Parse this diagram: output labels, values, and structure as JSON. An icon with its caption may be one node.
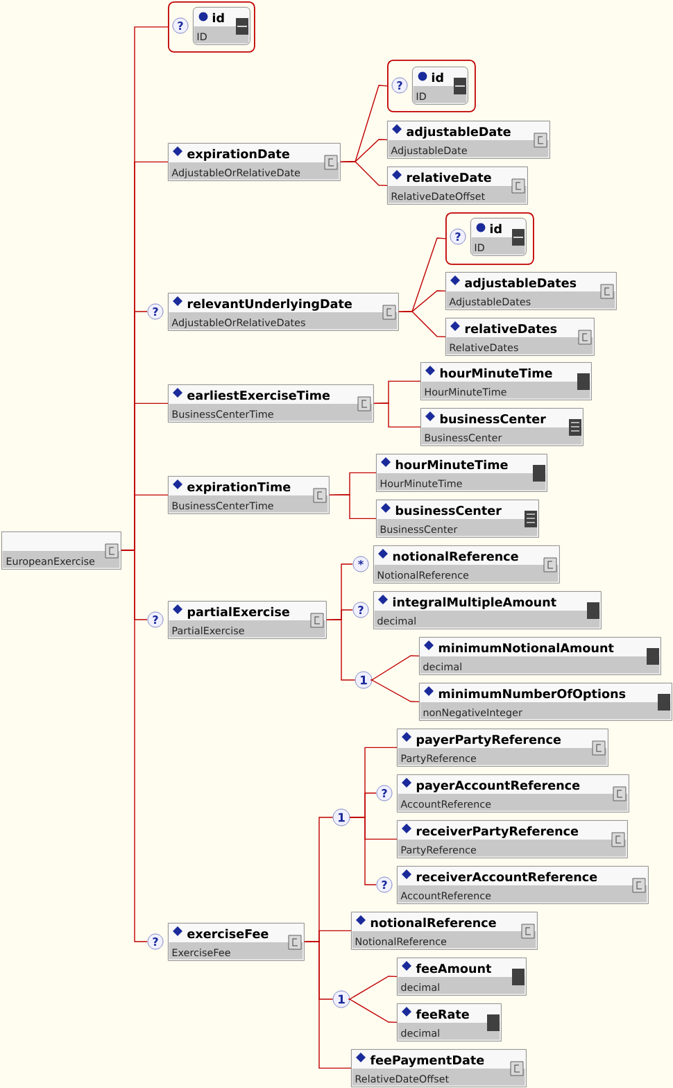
{
  "diagram": {
    "nodes": [
      {
        "text": [
          "EuropeanExercise"
        ]
      },
      {
        "text": [],
        "shape": "box"
      },
      {
        "text": [
          "id",
          "ID"
        ],
        "beside": [
          "?"
        ],
        "in": 1
      },
      {
        "text": [
          "expirationDate",
          "AdjustableOrRelativeDate"
        ]
      },
      {
        "text": [],
        "shape": "box"
      },
      {
        "text": [
          "id",
          "ID"
        ],
        "beside": [
          "?"
        ],
        "in": 4
      },
      {
        "text": [
          "adjustableDate",
          "AdjustableDate"
        ]
      },
      {
        "text": [
          "relativeDate",
          "RelativeDateOffset"
        ]
      },
      {
        "text": [
          "relevantUnderlyingDate",
          "AdjustableOrRelativeDates"
        ],
        "beside": [
          "?"
        ]
      },
      {
        "text": [],
        "shape": "box"
      },
      {
        "text": [
          "id",
          "ID"
        ],
        "beside": [
          "?"
        ],
        "in": 9
      },
      {
        "text": [
          "adjustableDates",
          "AdjustableDates"
        ]
      },
      {
        "text": [
          "relativeDates",
          "RelativeDates"
        ]
      },
      {
        "text": [
          "earliestExerciseTime",
          "BusinessCenterTime"
        ]
      },
      {
        "text": [
          "hourMinuteTime",
          "HourMinuteTime"
        ]
      },
      {
        "text": [
          "businessCenter",
          "BusinessCenter"
        ]
      },
      {
        "text": [
          "expirationTime",
          "BusinessCenterTime"
        ]
      },
      {
        "text": [
          "hourMinuteTime",
          "HourMinuteTime"
        ]
      },
      {
        "text": [
          "businessCenter",
          "BusinessCenter"
        ]
      },
      {
        "text": [
          "partialExercise",
          "PartialExercise"
        ],
        "beside": [
          "?"
        ]
      },
      {
        "text": [
          "notionalReference",
          "NotionalReference"
        ],
        "beside": [
          "*"
        ]
      },
      {
        "text": [
          "integralMultipleAmount",
          "decimal"
        ],
        "beside": [
          "?"
        ]
      },
      {
        "text": [
          "1"
        ]
      },
      {
        "text": [
          "minimumNotionalAmount",
          "decimal"
        ]
      },
      {
        "text": [
          "minimumNumberOfOptions",
          "nonNegativeInteger"
        ]
      },
      {
        "text": [
          "exerciseFee",
          "ExerciseFee"
        ],
        "beside": [
          "?"
        ]
      },
      {
        "text": [
          "1"
        ]
      },
      {
        "text": [
          "payerPartyReference",
          "PartyReference"
        ]
      },
      {
        "text": [
          "payerAccountReference",
          "AccountReference"
        ],
        "beside": [
          "?"
        ]
      },
      {
        "text": [
          "receiverPartyReference",
          "PartyReference"
        ]
      },
      {
        "text": [
          "receiverAccountReference",
          "AccountReference"
        ],
        "beside": [
          "?"
        ]
      },
      {
        "text": [
          "notionalReference",
          "NotionalReference"
        ]
      },
      {
        "text": [
          "1"
        ]
      },
      {
        "text": [
          "feeAmount",
          "decimal"
        ]
      },
      {
        "text": [
          "feeRate",
          "decimal"
        ]
      },
      {
        "text": [
          "feePaymentDate",
          "RelativeDateOffset"
        ]
      }
    ],
    "edges": [
      {
        "from": 0,
        "to": 1,
        "arrow": "none"
      },
      {
        "from": 0,
        "to": 3,
        "arrow": "none"
      },
      {
        "from": 0,
        "to": 8,
        "arrow": "none"
      },
      {
        "from": 0,
        "to": 13,
        "arrow": "none"
      },
      {
        "from": 0,
        "to": 16,
        "arrow": "none"
      },
      {
        "from": 0,
        "to": 19,
        "arrow": "none"
      },
      {
        "from": 0,
        "to": 25,
        "arrow": "none"
      },
      {
        "from": 3,
        "to": 4,
        "arrow": "none"
      },
      {
        "from": 3,
        "to": 6,
        "arrow": "none"
      },
      {
        "from": 3,
        "to": 7,
        "arrow": "none"
      },
      {
        "from": 8,
        "to": 9,
        "arrow": "none"
      },
      {
        "from": 8,
        "to": 11,
        "arrow": "none"
      },
      {
        "from": 8,
        "to": 12,
        "arrow": "none"
      },
      {
        "from": 13,
        "to": 14,
        "arrow": "none"
      },
      {
        "from": 13,
        "to": 15,
        "arrow": "none"
      },
      {
        "from": 16,
        "to": 17,
        "arrow": "none"
      },
      {
        "from": 16,
        "to": 18,
        "arrow": "none"
      },
      {
        "from": 19,
        "to": 20,
        "arrow": "none"
      },
      {
        "from": 19,
        "to": 21,
        "arrow": "none"
      },
      {
        "from": 19,
        "to": 22,
        "arrow": "none"
      },
      {
        "from": 22,
        "to": 23,
        "arrow": "none"
      },
      {
        "from": 22,
        "to": 24,
        "arrow": "none"
      },
      {
        "from": 25,
        "to": 26,
        "arrow": "none"
      },
      {
        "from": 25,
        "to": 31,
        "arrow": "none"
      },
      {
        "from": 25,
        "to": 32,
        "arrow": "none"
      },
      {
        "from": 25,
        "to": 35,
        "arrow": "none"
      },
      {
        "from": 26,
        "to": 27,
        "arrow": "none"
      },
      {
        "from": 26,
        "to": 28,
        "arrow": "none"
      },
      {
        "from": 26,
        "to": 29,
        "arrow": "none"
      },
      {
        "from": 26,
        "to": 30,
        "arrow": "none"
      },
      {
        "from": 32,
        "to": 33,
        "arrow": "none"
      },
      {
        "from": 32,
        "to": 34,
        "arrow": "none"
      }
    ]
  }
}
